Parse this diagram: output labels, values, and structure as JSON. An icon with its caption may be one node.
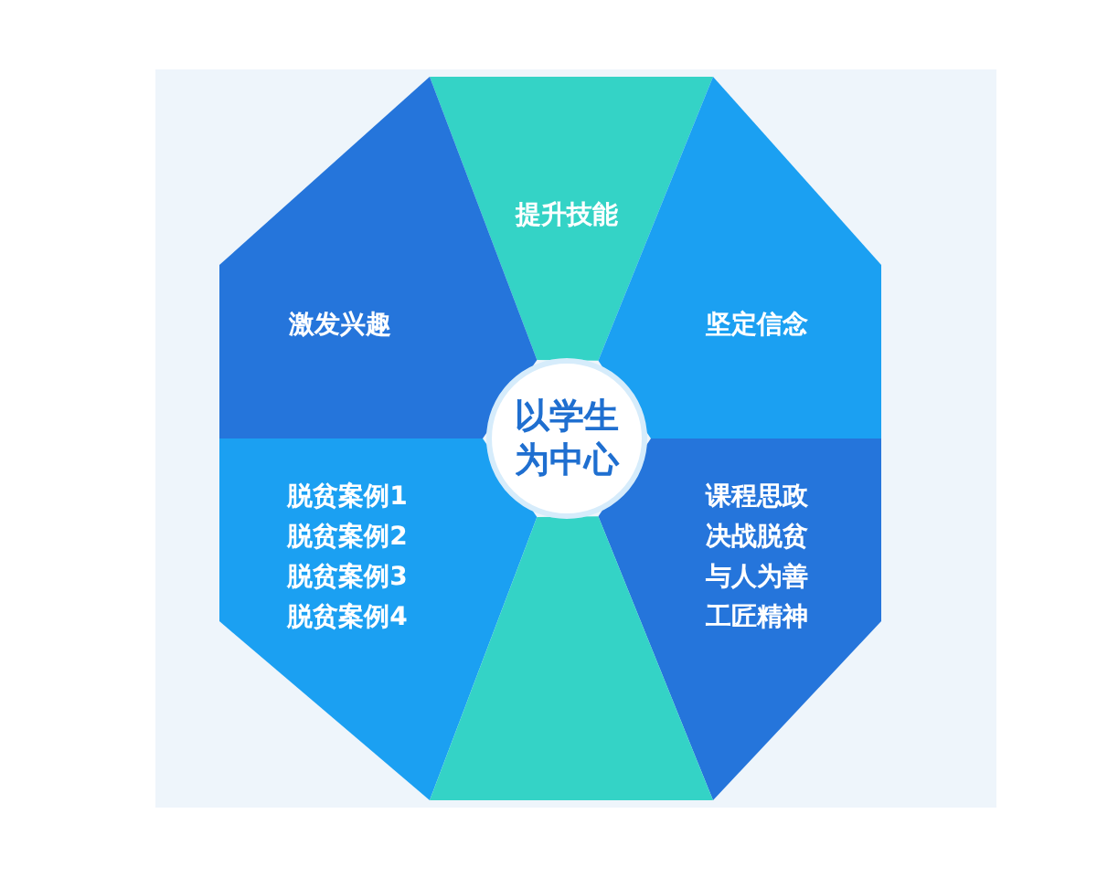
{
  "diagram": {
    "nodes": [
      {
        "text": [
          "提升技能"
        ]
      },
      {
        "text": [
          "激发兴趣"
        ]
      },
      {
        "text": [
          "坚定信念"
        ]
      },
      {
        "text": [
          "以学生为中心"
        ]
      },
      {
        "text": [
          "脱贫案例1",
          "脱贫案例2",
          "脱贫案例3",
          "脱贫案例4"
        ]
      },
      {
        "text": [
          "课程思政",
          "决战脱贫",
          "与人为善",
          "工匠精神"
        ]
      },
      {
        "text": [],
        "shape": "triangle"
      }
    ]
  }
}
